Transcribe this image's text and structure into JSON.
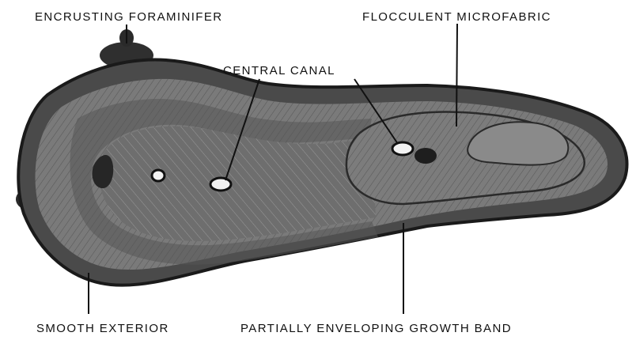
{
  "labels": {
    "encrusting_foraminifer": "ENCRUSTING FORAMINIFER",
    "flocculent_microfabric": "FLOCCULENT MICROFABRIC",
    "central_canal": "CENTRAL CANAL",
    "smooth_exterior": "SMOOTH EXTERIOR",
    "partially_enveloping_growth_band": "PARTIALLY ENVELOPING GROWTH BAND"
  },
  "colors": {
    "background": "#ffffff",
    "outer_rind": "#4a4a4a",
    "body": "#7a7a7a",
    "inner_region": "#6e6e6e",
    "canal_fill": "#f2f2f2",
    "ink": "#111111"
  }
}
